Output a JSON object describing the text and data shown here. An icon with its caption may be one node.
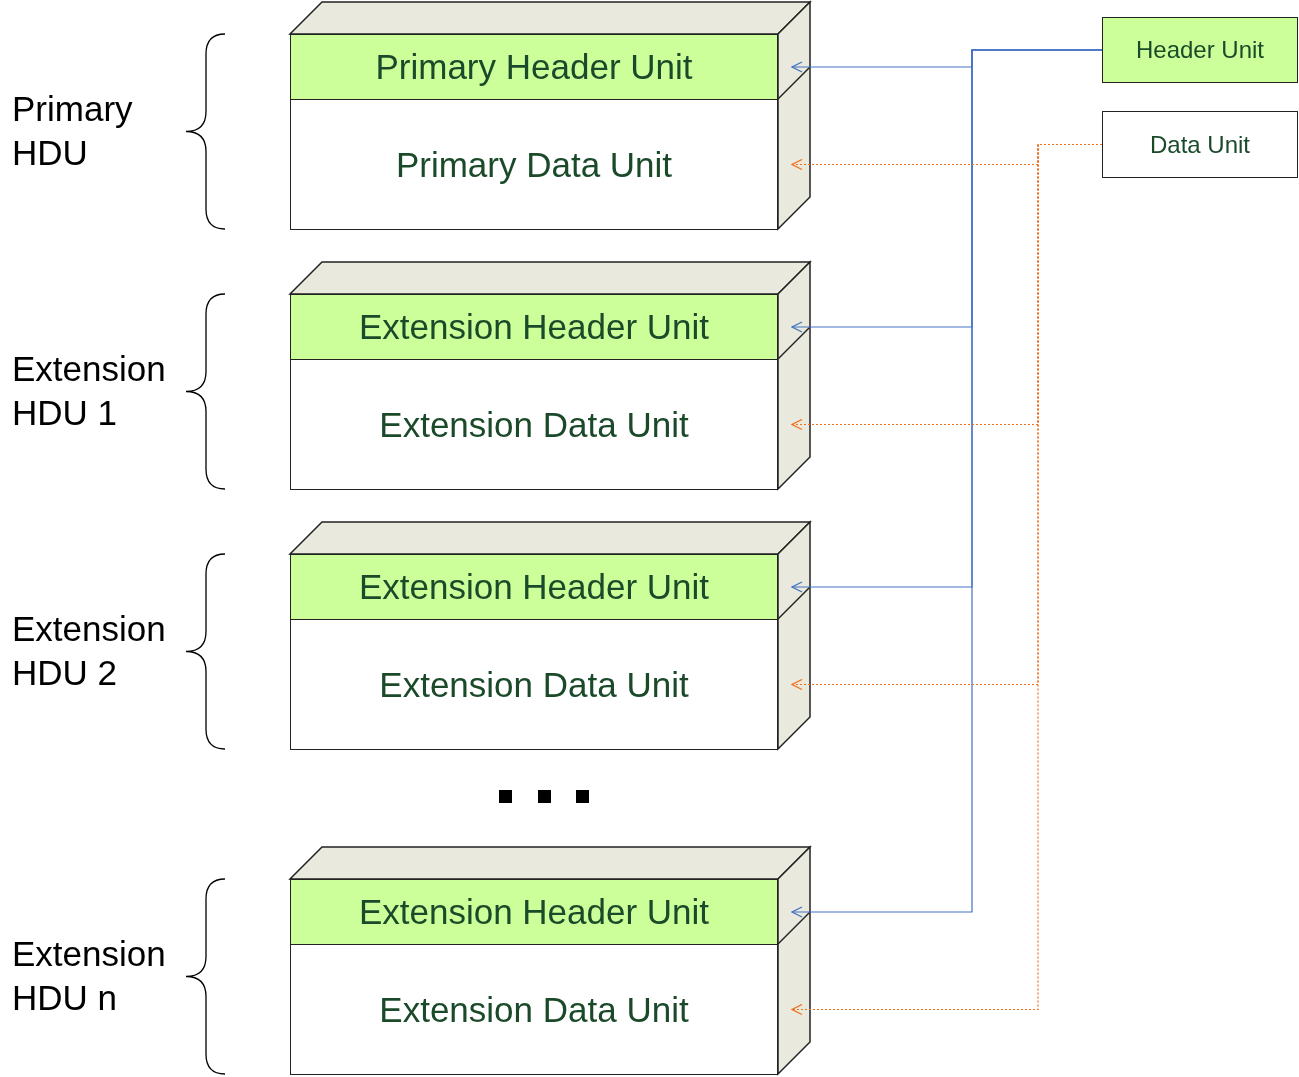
{
  "diagram": {
    "nodes": [
      {
        "text": [
          "Primary Header Unit"
        ]
      },
      {
        "text": [
          "Primary Data Unit"
        ]
      },
      {
        "text": [
          "Extension Header Unit"
        ]
      },
      {
        "text": [
          "Extension Data Unit"
        ]
      },
      {
        "text": [
          "Extension Header Unit"
        ]
      },
      {
        "text": [
          "Extension Data Unit"
        ]
      },
      {
        "text": [
          "Extension Header Unit"
        ]
      },
      {
        "text": [
          "Extension Data Unit"
        ]
      },
      {
        "text": [
          "Header Unit"
        ]
      },
      {
        "text": [
          "Data Unit"
        ]
      }
    ],
    "edges": [
      {
        "from": 8,
        "to": 0,
        "arrow": "to",
        "color": "#4472c4"
      },
      {
        "from": 8,
        "to": 2,
        "arrow": "to",
        "color": "#4472c4"
      },
      {
        "from": 8,
        "to": 4,
        "arrow": "to",
        "color": "#4472c4"
      },
      {
        "from": 8,
        "to": 6,
        "arrow": "to",
        "color": "#4472c4"
      },
      {
        "from": 9,
        "to": 1,
        "arrow": "to",
        "style": "dashed",
        "color": "#f07020"
      },
      {
        "from": 9,
        "to": 3,
        "arrow": "to",
        "style": "dashed",
        "color": "#f07020"
      },
      {
        "from": 9,
        "to": 5,
        "arrow": "to",
        "style": "dashed",
        "color": "#f07020"
      },
      {
        "from": 9,
        "to": 7,
        "arrow": "to",
        "style": "dashed",
        "color": "#f07020"
      }
    ],
    "labels": [
      "Primary HDU",
      "Extension HDU 1",
      "Extension HDU 2",
      "Extension HDU n"
    ]
  }
}
